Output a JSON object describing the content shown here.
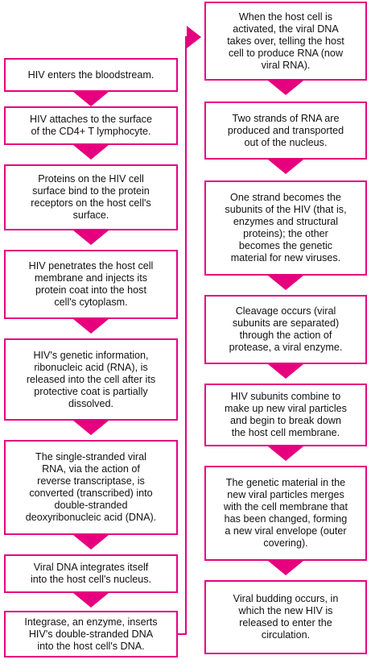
{
  "colors": {
    "accent": "#e6007e",
    "text": "#111111",
    "box_fill": "#ffffff"
  },
  "left_column": [
    "HIV enters the bloodstream.",
    "HIV attaches to the surface\nof the CD4+ T lymphocyte.",
    "Proteins on the HIV cell\nsurface bind to the protein\nreceptors on the host cell's\nsurface.",
    "HIV penetrates the host cell\nmembrane and injects its\nprotein coat into the host\ncell's cytoplasm.",
    "HIV's genetic information,\nribonucleic acid (RNA), is\nreleased into the cell after its\nprotective coat is partially\ndissolved.",
    "The single-stranded viral\nRNA, via the action of\nreverse transcriptase, is\nconverted (transcribed) into\ndouble-stranded\ndeoxyribonucleic acid (DNA).",
    "Viral DNA integrates itself\ninto the host cell's nucleus.",
    "Integrase, an enzyme, inserts\nHIV's double-stranded DNA\ninto the host cell's DNA."
  ],
  "right_column": [
    "When the host cell is\nactivated, the viral DNA\ntakes over, telling the host\ncell to produce RNA (now\nviral RNA).",
    "Two strands of RNA are\nproduced and transported\nout of the nucleus.",
    "One strand becomes the\nsubunits of the HIV (that is,\nenzymes and structural\nproteins); the other\nbecomes the genetic\nmaterial for new viruses.",
    "Cleavage occurs (viral\nsubunits are separated)\nthrough the action of\nprotease, a viral enzyme.",
    "HIV subunits combine to\nmake up new viral particles\nand begin to break down\nthe host cell membrane.",
    "The genetic material in the\nnew viral particles merges\nwith the cell membrane that\nhas been changed, forming\na new viral envelope (outer\ncovering).",
    "Viral budding occurs, in\nwhich the new HIV is\nreleased to enter the\ncirculation."
  ]
}
